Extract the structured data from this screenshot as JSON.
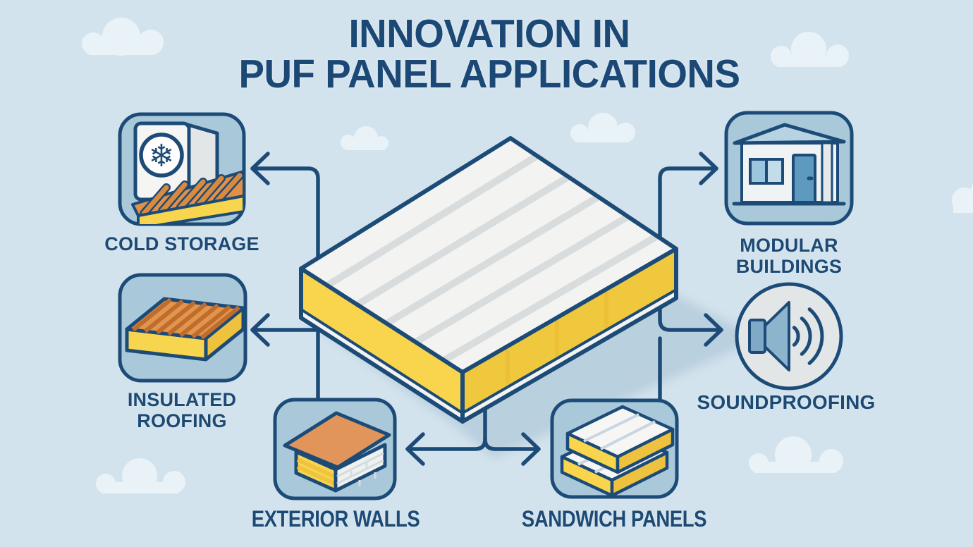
{
  "title": {
    "line1": "INNOVATION IN",
    "line2": "PUF PANEL APPLICATIONS"
  },
  "center_illustration": {
    "icon": "puf-sandwich-panel-illustration"
  },
  "applications": [
    {
      "id": "cold-storage",
      "label": "COLD STORAGE",
      "icon": "cold-storage-unit-with-snowflake-icon",
      "position": "top-left"
    },
    {
      "id": "insulated-roofing",
      "label": "INSULATED\nROOFING",
      "icon": "corrugated-roof-panel-icon",
      "position": "middle-left"
    },
    {
      "id": "exterior-walls",
      "label": "EXTERIOR WALLS",
      "icon": "insulated-wall-building-icon",
      "position": "bottom-left"
    },
    {
      "id": "sandwich-panels",
      "label": "SANDWICH PANELS",
      "icon": "stacked-sandwich-panels-icon",
      "position": "bottom-right"
    },
    {
      "id": "modular-buildings",
      "label": "MODULAR\nBUILDINGS",
      "icon": "modular-house-icon",
      "position": "top-right"
    },
    {
      "id": "soundproofing",
      "label": "SOUNDPROOFING",
      "icon": "speaker-sound-waves-icon",
      "position": "middle-right"
    }
  ],
  "palette": {
    "background": "#d3e3ed",
    "navy_outline": "#1d4b77",
    "title_text": "#1c4876",
    "label_text": "#1d4a74",
    "icon_box_fill": "#a9c9db",
    "foam_yellow": "#f8d54c",
    "foam_yellow_dark": "#f0c83e",
    "roof_orange": "#e09147",
    "rib_orange_dark": "#c4702c",
    "panel_white": "#f3f4f2",
    "groove_gray": "#d9dcdd",
    "cloud_white": "#e9f2f7",
    "shadow_blue": "#b7cedd",
    "speaker_blue": "#7fa9c6",
    "door_blue": "#5e9ac0",
    "house_roof_blue": "#b7d3e2",
    "sound_circle_gray": "#e3e6e7"
  }
}
